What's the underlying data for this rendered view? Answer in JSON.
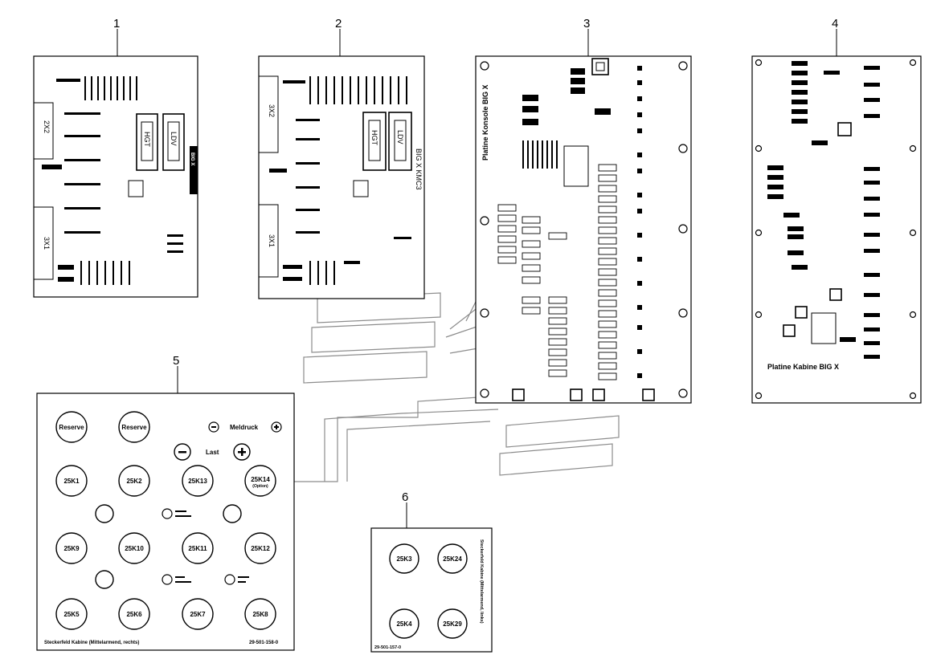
{
  "callouts": [
    "1",
    "2",
    "3",
    "4",
    "5",
    "6"
  ],
  "panel1": {
    "connector_top": "2X2",
    "connector_bottom": "3X1",
    "relay_a": "HGT",
    "relay_b": "LDV",
    "side_label": "BIG X"
  },
  "panel2": {
    "connector_top": "3X2",
    "connector_bottom": "3X1",
    "relay_a": "HGT",
    "relay_b": "LDV",
    "side_label": "BIG X   KMC3"
  },
  "panel3": {
    "title": "Platine Konsole BIG X"
  },
  "panel4": {
    "title": "Platine Kabine BIG X"
  },
  "panel5": {
    "buttons_row1": [
      "Reserve",
      "Reserve"
    ],
    "pressure_label": "Meldruck",
    "load_label": "Last",
    "buttons_row2": [
      "25K1",
      "25K2",
      "25K13",
      "25K14"
    ],
    "option_label": "(Option)",
    "buttons_row3": [
      "25K9",
      "25K10",
      "25K11",
      "25K12"
    ],
    "buttons_row4": [
      "25K5",
      "25K6",
      "25K7",
      "25K8"
    ],
    "footer_left": "Steckerfeld Kabine (Mittelarmend, rechts)",
    "footer_right": "29-501-158-0"
  },
  "panel6": {
    "buttons": [
      "25K3",
      "25K24",
      "25K4",
      "25K29"
    ],
    "side_label": "Steckerfeld Kabine (Mittelarmend, links)",
    "footer": "29-501-157-0"
  },
  "colors": {
    "ink": "#000000",
    "paper": "#ffffff",
    "grey": "#8c8c8c"
  }
}
